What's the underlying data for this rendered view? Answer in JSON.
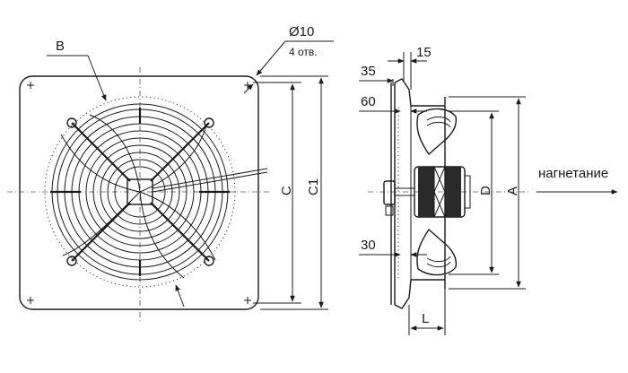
{
  "labels": {
    "b": "B",
    "hole_dia": "Ø10",
    "hole_count": "4 отв.",
    "c": "C",
    "c1": "C1",
    "d": "D",
    "a": "A",
    "l": "L",
    "dim_15": "15",
    "dim_35": "35",
    "dim_60": "60",
    "dim_30": "30",
    "flow": "нагнетание"
  },
  "colors": {
    "line": "#1a1a1a",
    "motor_dark": "#2a2a2a",
    "motor_light": "#d8d8d8"
  }
}
